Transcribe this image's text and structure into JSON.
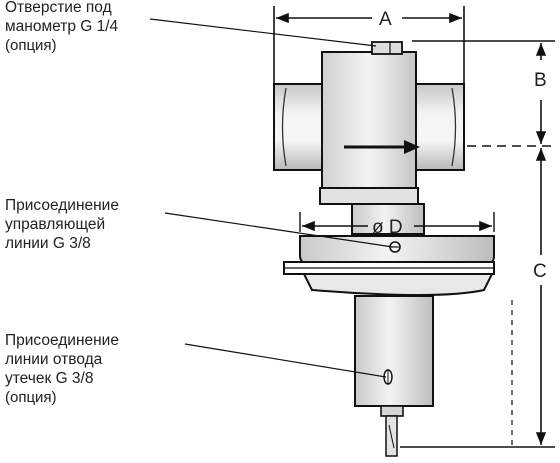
{
  "callouts": {
    "gauge_port": {
      "line1": "Отверстие под",
      "line2": "манометр G 1/4",
      "line3": "(опция)"
    },
    "control_line": {
      "line1": "Присоединение",
      "line2": "управляющей",
      "line3": "линии G 3/8"
    },
    "leak_line": {
      "line1": "Присоединение",
      "line2": "линии отвода",
      "line3": "утечек G 3/8",
      "line4": "(опция)"
    }
  },
  "dimensions": {
    "a": "A",
    "b": "B",
    "c": "C",
    "d": "ø D"
  }
}
